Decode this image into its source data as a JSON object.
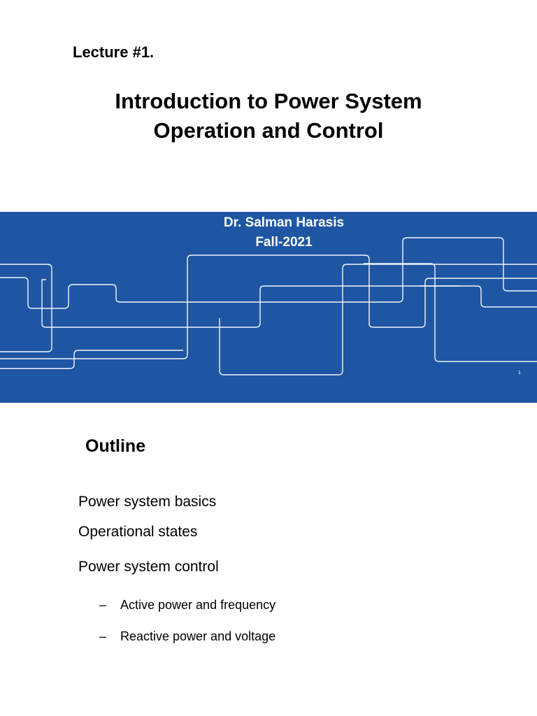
{
  "header": {
    "lecture_label": "Lecture #1.",
    "title_line_1": "Introduction to Power System",
    "title_line_2": "Operation and Control"
  },
  "banner": {
    "author": "Dr. Salman Harasis",
    "term": "Fall-2021",
    "slide_number": "1",
    "background_color": "#1f56a3",
    "line_color": "#ffffff"
  },
  "outline": {
    "heading": "Outline",
    "items": [
      "Power system basics",
      "Operational states",
      "Power system control"
    ],
    "sub_items": [
      {
        "bullet": "–",
        "label": "Active power and frequency"
      },
      {
        "bullet": "–",
        "label": "Reactive power and voltage"
      }
    ]
  }
}
